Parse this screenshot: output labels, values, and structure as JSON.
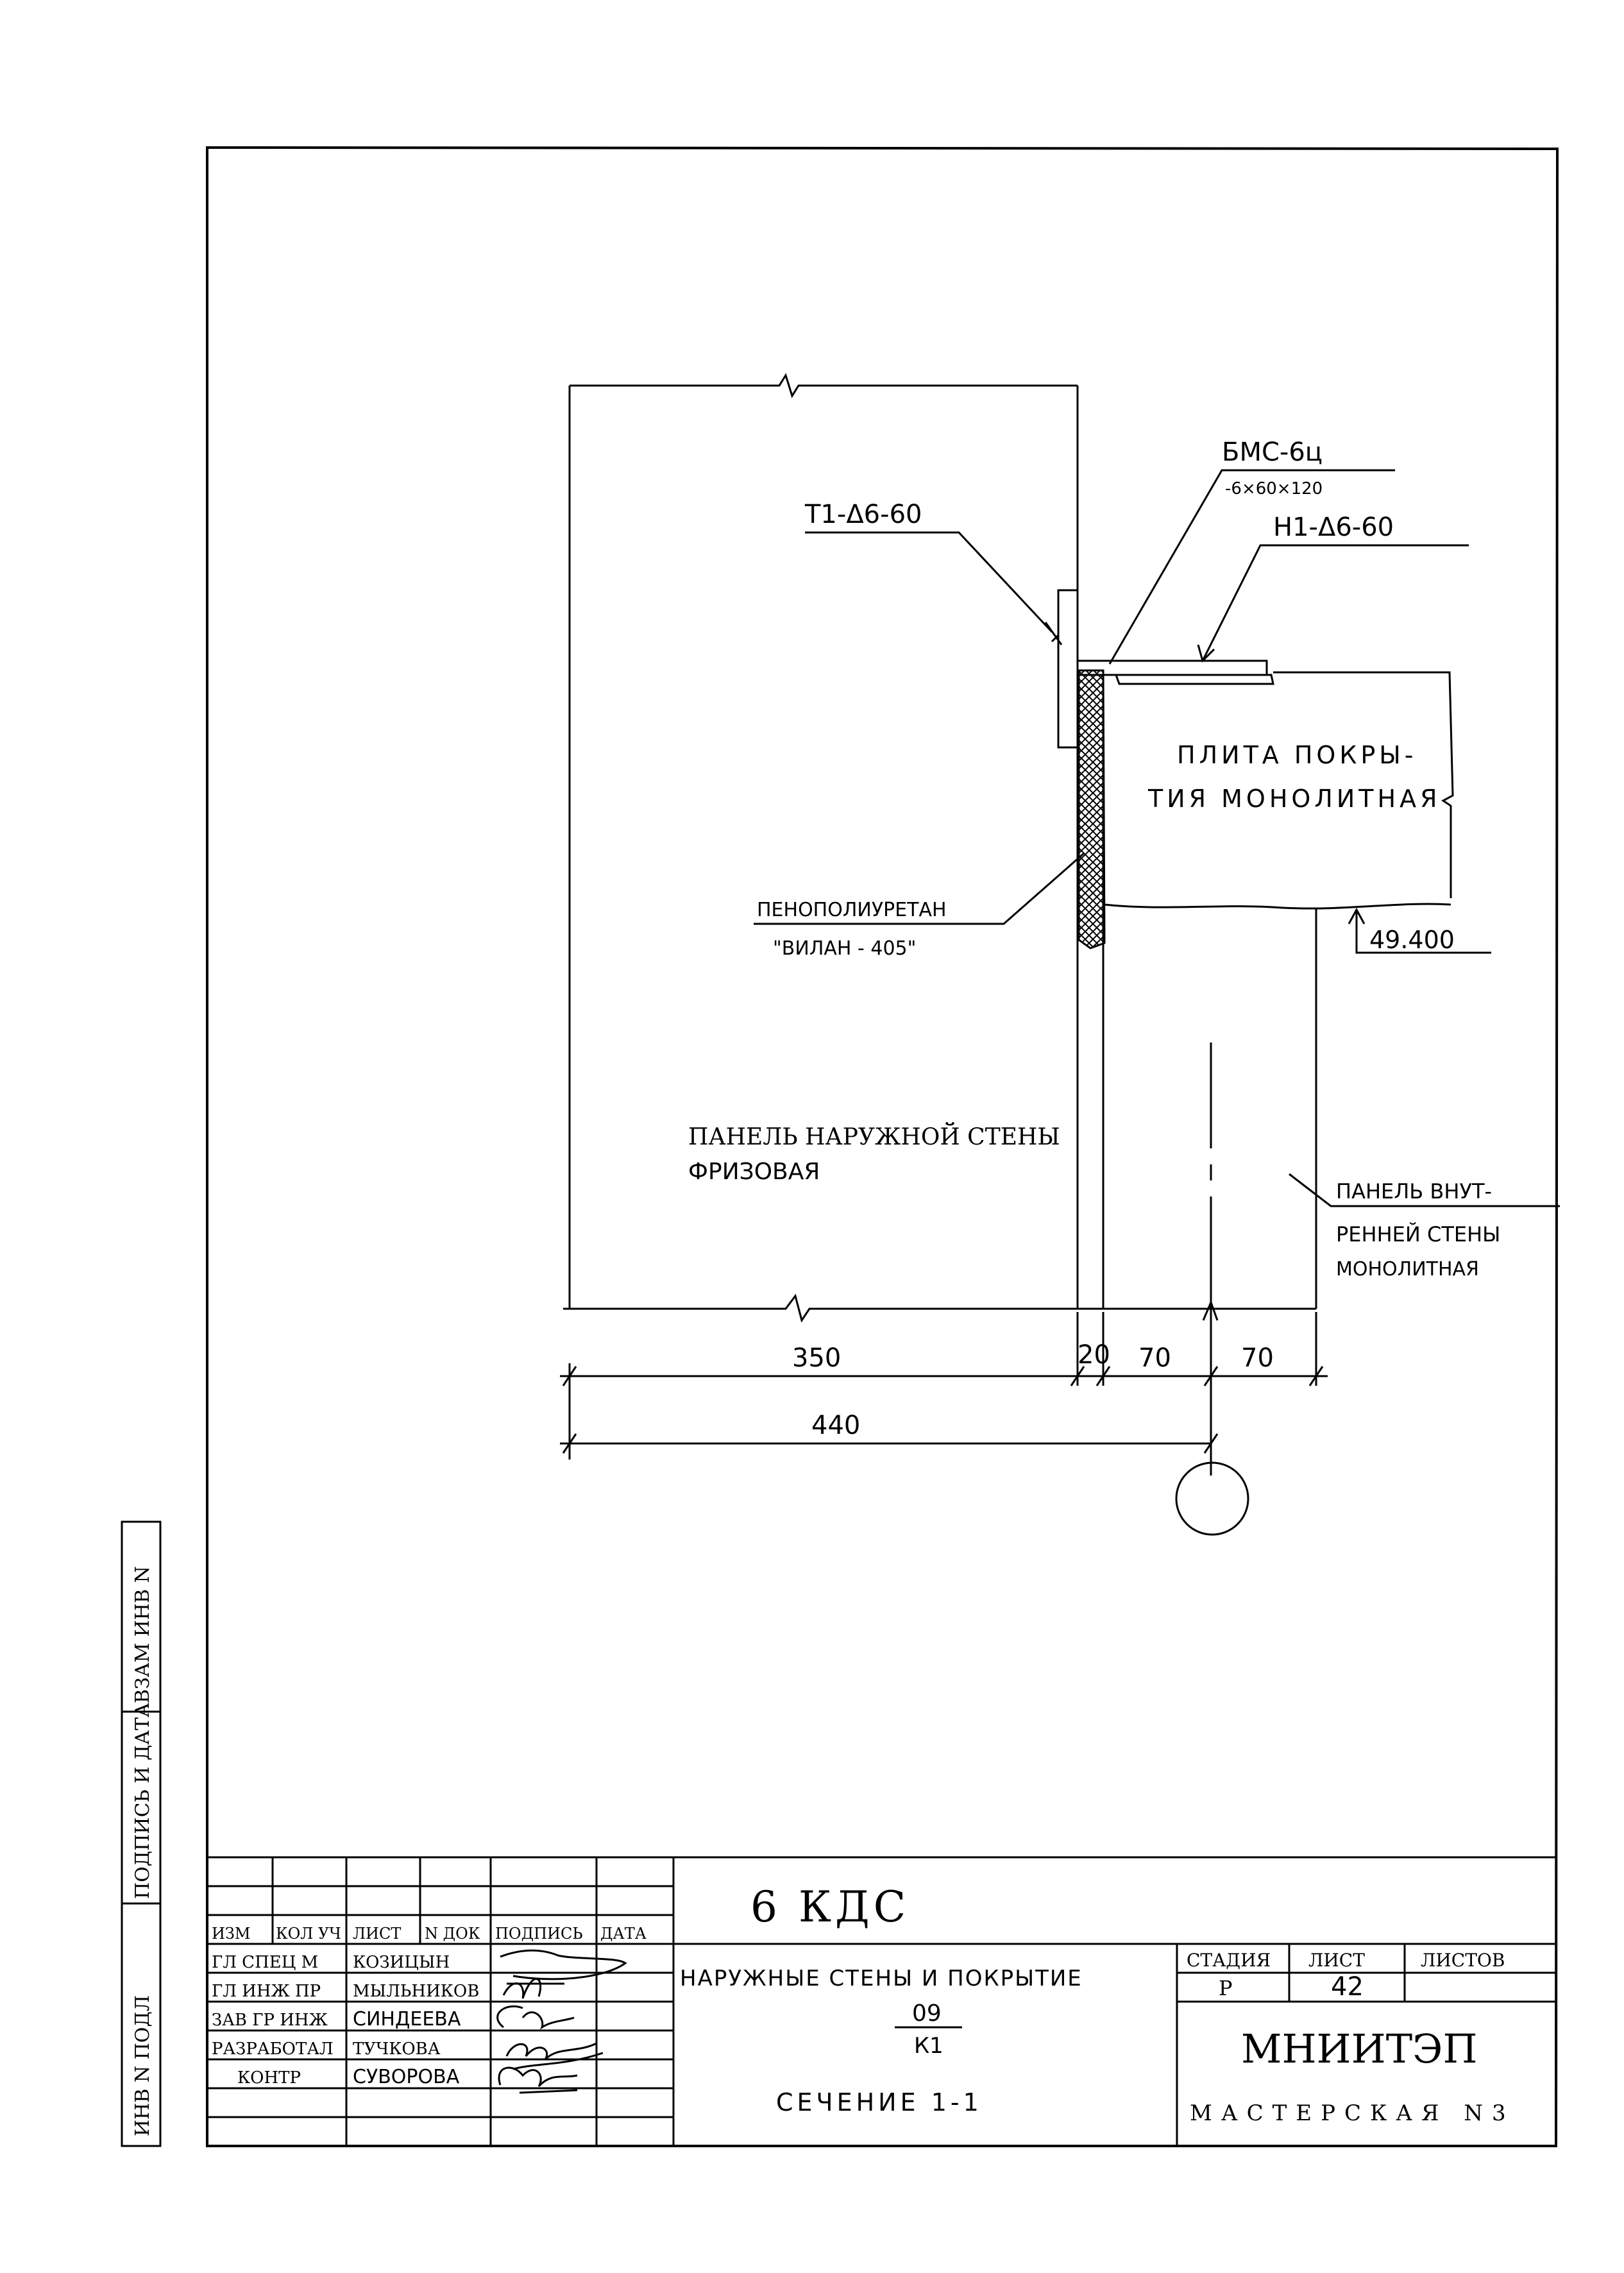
{
  "drawing": {
    "labels": {
      "steel_grade": "БМС-6ц",
      "plate_size": "-6×60×120",
      "weld_t1": "Т1-Δ6-60",
      "weld_h1": "Н1-Δ6-60",
      "slab_line1": "ПЛИТА ПОКРЫ-",
      "slab_line2": "ТИЯ МОНОЛИТНАЯ",
      "foam_line1": "ПЕНОПОЛИУРЕТАН",
      "foam_line2": "\"ВИЛАН - 405\"",
      "elevation": "49.400",
      "outer_panel_line1": "ПАНЕЛЬ НАРУЖНОЙ СТЕНЫ",
      "outer_panel_line2": "ФРИЗОВАЯ",
      "inner_panel_line1": "ПАНЕЛЬ ВНУТ-",
      "inner_panel_line2": "РЕННЕЙ СТЕНЫ",
      "inner_panel_line3": "МОНОЛИТНАЯ"
    },
    "dimensions": {
      "d350": "350",
      "d20": "20",
      "d70a": "70",
      "d70b": "70",
      "d440": "440"
    }
  },
  "side_stamp": {
    "inv_podl": "ИНВ N ПОДЛ",
    "podpis_data": "ПОДПИСЬ И ДАТА",
    "vzam_inv": "ВЗАМ ИНВ N"
  },
  "title_block": {
    "project_code": "6 КДС",
    "headers": {
      "izm": "ИЗМ",
      "kol_uch": "КОЛ УЧ",
      "list": "ЛИСТ",
      "n_dok": "N ДОК",
      "podpis": "ПОДПИСЬ",
      "data": "ДАТА"
    },
    "staff": [
      {
        "role": "ГЛ СПЕЦ М",
        "name": "КОЗИЦЫН"
      },
      {
        "role": "ГЛ ИНЖ ПР",
        "name": "МЫЛЬНИКОВ"
      },
      {
        "role": "ЗАВ ГР ИНЖ",
        "name": "СИНДЕЕВА"
      },
      {
        "role": "РАЗРАБОТАЛ",
        "name": "ТУЧКОВА"
      },
      {
        "role": "КОНТР",
        "name": "СУВОРОВА"
      }
    ],
    "description": {
      "line1": "НАРУЖНЫЕ СТЕНЫ И ПОКРЫТИЕ",
      "num": "09",
      "den": "К1",
      "line3": "СЕЧЕНИЕ 1-1"
    },
    "stage_header": "СТАДИЯ",
    "sheet_header": "ЛИСТ",
    "sheets_header": "ЛИСТОВ",
    "stage": "Р",
    "sheet": "42",
    "sheets": "",
    "org": "МНИИТЭП",
    "workshop": "МАСТЕРСКАЯ N3"
  }
}
